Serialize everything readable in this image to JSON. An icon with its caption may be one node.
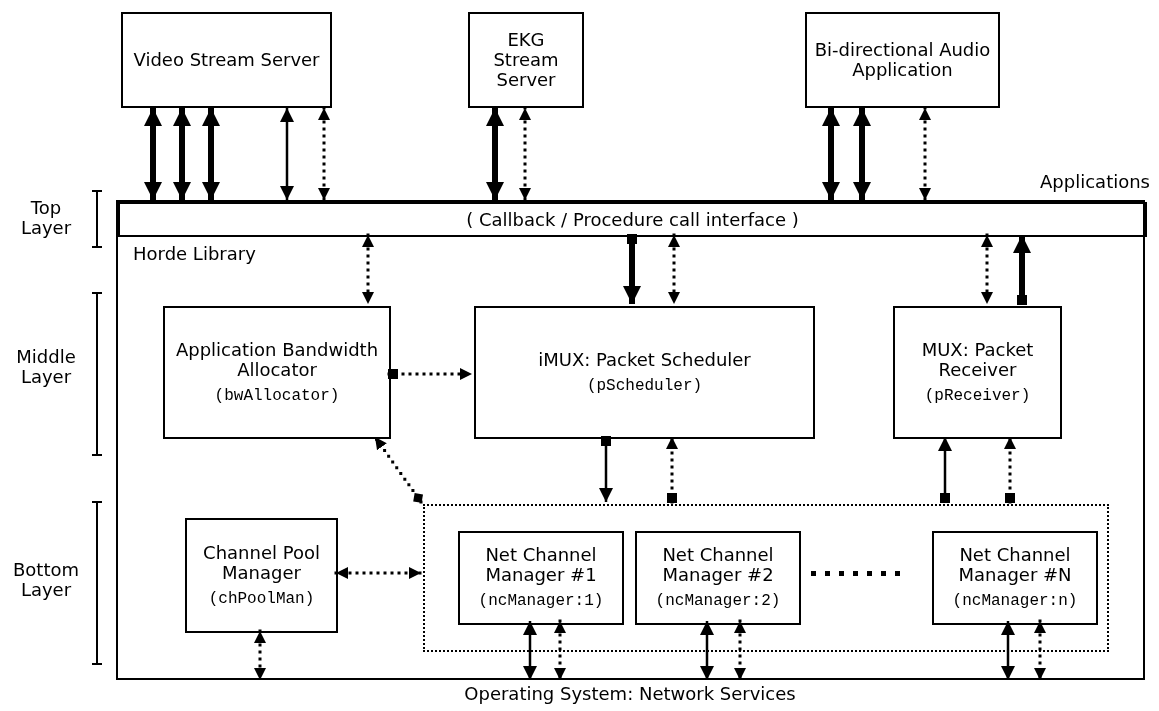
{
  "diagram": {
    "nodes": [
      {
        "text": [
          "Video Stream Server"
        ]
      },
      {
        "text": [
          "EKG Stream Server"
        ]
      },
      {
        "text": [
          "Bi-directional Audio Application"
        ]
      },
      {
        "text": [
          "Horde Library"
        ]
      },
      {
        "text": [
          "( Callback / Procedure call interface )"
        ],
        "in": 3
      },
      {
        "text": [
          "Application Bandwidth Allocator",
          "(bwAllocator)"
        ],
        "in": 3
      },
      {
        "text": [
          "iMUX: Packet Scheduler",
          "(pScheduler)"
        ],
        "in": 3
      },
      {
        "text": [
          "MUX: Packet Receiver",
          "(pReceiver)"
        ],
        "in": 3
      },
      {
        "text": [
          "Channel Pool Manager",
          "(chPoolMan)"
        ],
        "in": 3
      },
      {
        "text": [],
        "shape": "box",
        "in": 3
      },
      {
        "text": [
          "Net Channel Manager #1",
          "(ncManager:1)"
        ],
        "in": 9
      },
      {
        "text": [
          "Net Channel Manager #2",
          "(ncManager:2)"
        ],
        "in": 9
      },
      {
        "text": [
          "Net Channel Manager #N",
          "(ncManager:n)"
        ],
        "in": 9
      }
    ],
    "edges": [
      {
        "from": 0,
        "to": 4,
        "arrow": "both",
        "style": "thick"
      },
      {
        "from": 0,
        "to": 4,
        "arrow": "both",
        "style": "thick"
      },
      {
        "from": 0,
        "to": 4,
        "arrow": "both",
        "style": "thick"
      },
      {
        "from": 0,
        "to": 4,
        "arrow": "both"
      },
      {
        "from": 0,
        "to": 4,
        "arrow": "both",
        "style": "dashed"
      },
      {
        "from": 1,
        "to": 4,
        "arrow": "both",
        "style": "thick"
      },
      {
        "from": 1,
        "to": 4,
        "arrow": "both",
        "style": "dashed"
      },
      {
        "from": 2,
        "to": 4,
        "arrow": "both",
        "style": "thick"
      },
      {
        "from": 2,
        "to": 4,
        "arrow": "both",
        "style": "thick"
      },
      {
        "from": 2,
        "to": 4,
        "arrow": "both",
        "style": "dashed"
      },
      {
        "from": 4,
        "to": 5,
        "arrow": "both",
        "style": "dashed"
      },
      {
        "from": 4,
        "to": 6,
        "arrow": "to",
        "style": "thick"
      },
      {
        "from": 4,
        "to": 6,
        "arrow": "both",
        "style": "dashed"
      },
      {
        "from": 4,
        "to": 7,
        "arrow": "both",
        "style": "dashed"
      },
      {
        "from": 7,
        "to": 4,
        "arrow": "to",
        "style": "thick"
      },
      {
        "from": 5,
        "to": 6,
        "arrow": "to",
        "style": "dashed"
      },
      {
        "from": 6,
        "to": 9,
        "arrow": "to"
      },
      {
        "from": 9,
        "to": 6,
        "arrow": "to",
        "style": "dashed"
      },
      {
        "from": 9,
        "to": 7,
        "arrow": "to"
      },
      {
        "from": 9,
        "to": 7,
        "arrow": "to",
        "style": "dashed"
      },
      {
        "from": 9,
        "to": 5,
        "arrow": "to",
        "style": "dashed"
      },
      {
        "from": 8,
        "to": 9,
        "arrow": "both",
        "style": "dashed"
      },
      {
        "from": 8,
        "to": 3,
        "arrow": "both",
        "style": "dashed"
      },
      {
        "from": 10,
        "to": 3,
        "arrow": "both"
      },
      {
        "from": 10,
        "to": 3,
        "arrow": "both",
        "style": "dashed"
      },
      {
        "from": 11,
        "to": 3,
        "arrow": "both"
      },
      {
        "from": 11,
        "to": 3,
        "arrow": "both",
        "style": "dashed"
      },
      {
        "from": 12,
        "to": 3,
        "arrow": "both"
      },
      {
        "from": 12,
        "to": 3,
        "arrow": "both",
        "style": "dashed"
      }
    ],
    "labels": [
      "Applications",
      "Top Layer",
      "Middle Layer",
      "Bottom Layer",
      "Operating System: Network Services"
    ]
  }
}
